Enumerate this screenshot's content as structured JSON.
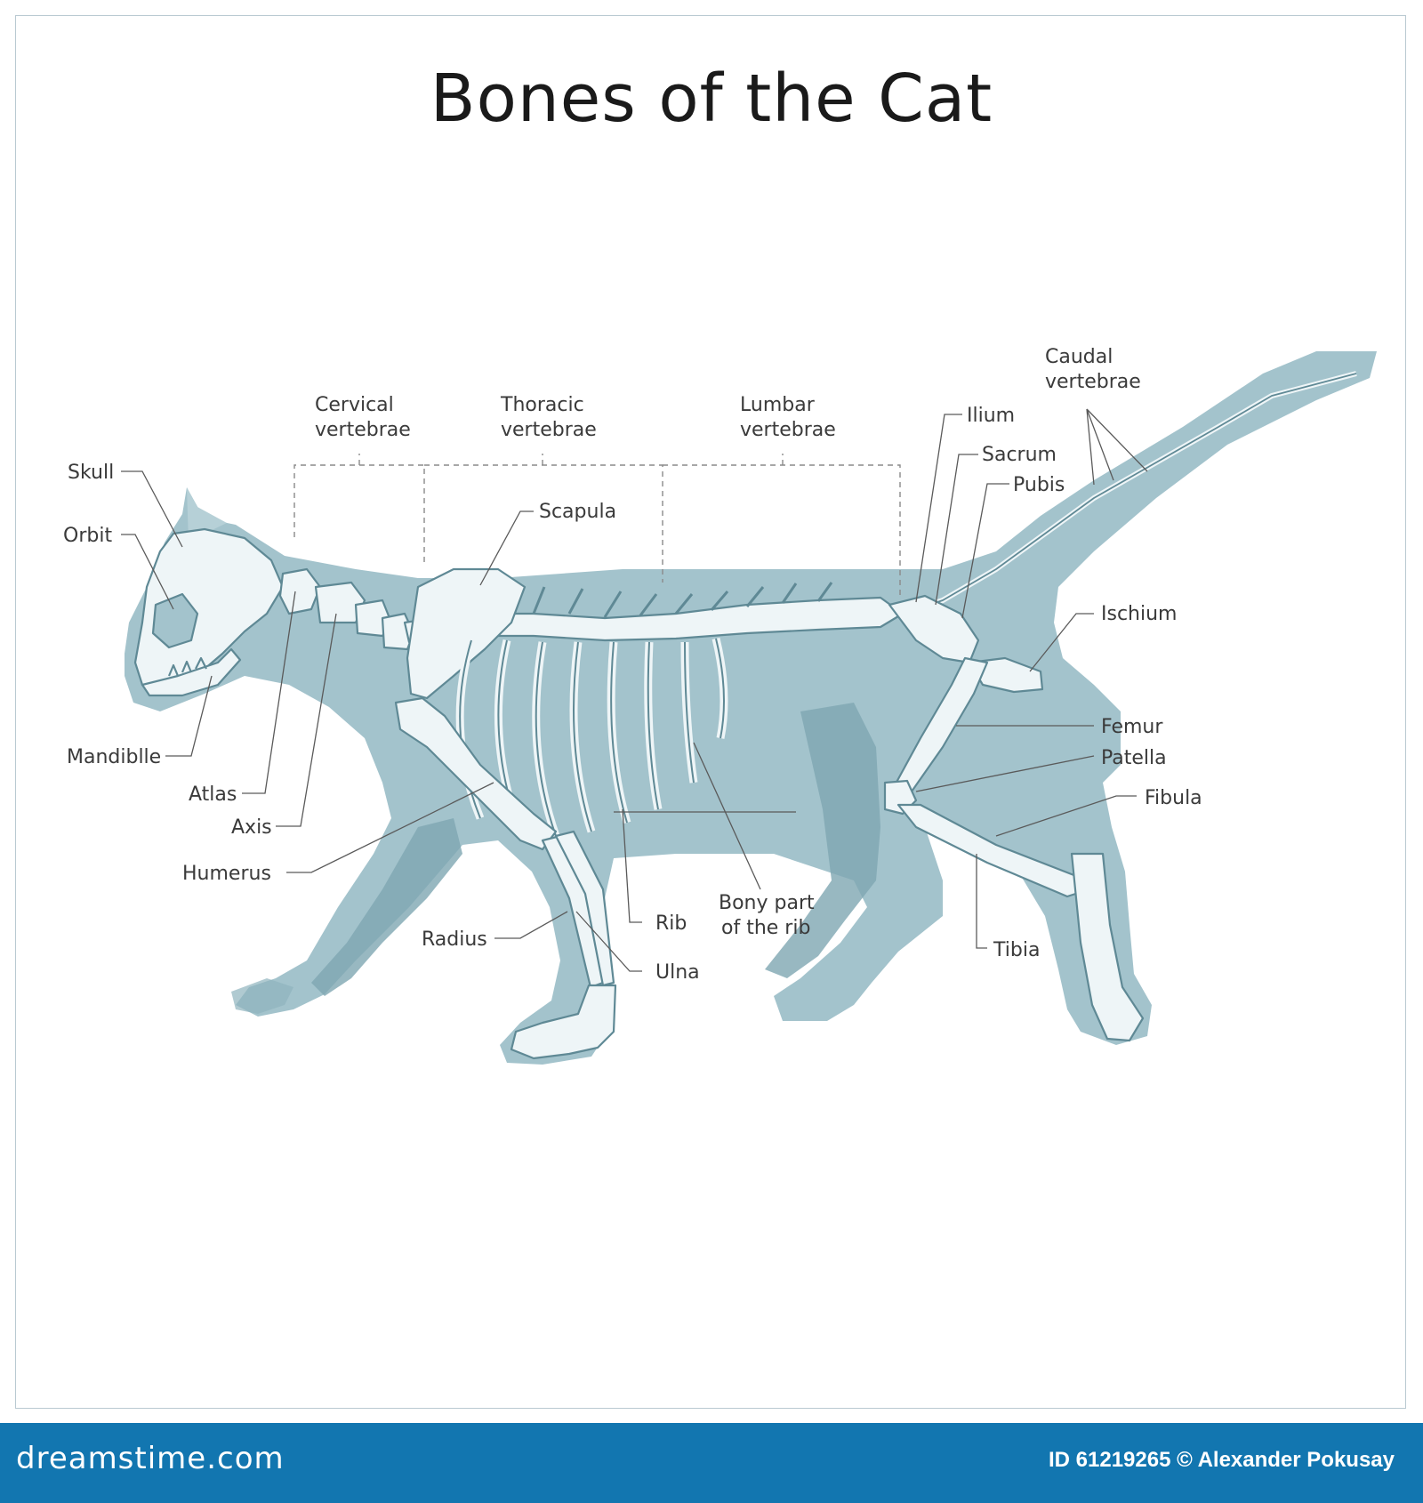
{
  "title": "Bones of the Cat",
  "colors": {
    "silhouette": "#a3c3cc",
    "shadow_leg": "#7ea6b1",
    "bone_fill": "#eef5f7",
    "bone_stroke": "#5f8995",
    "footer": "#1276b0"
  },
  "labels": {
    "skull": "Skull",
    "orbit": "Orbit",
    "mandible": "Mandiblle",
    "atlas": "Atlas",
    "axis": "Axis",
    "humerus": "Humerus",
    "radius": "Radius",
    "rib": "Rib",
    "ulna": "Ulna",
    "bony_part_1": "Bony part",
    "bony_part_2": "of the rib",
    "scapula": "Scapula",
    "cervical_1": "Cervical",
    "cervical_2": "vertebrae",
    "thoracic_1": "Thoracic",
    "thoracic_2": "vertebrae",
    "lumbar_1": "Lumbar",
    "lumbar_2": "vertebrae",
    "caudal_1": "Caudal",
    "caudal_2": "vertebrae",
    "ilium": "Ilium",
    "sacrum": "Sacrum",
    "pubis": "Pubis",
    "ischium": "Ischium",
    "femur": "Femur",
    "patella": "Patella",
    "fibula": "Fibula",
    "tibia": "Tibia"
  },
  "footer": {
    "brand": "dreamstime.com",
    "credit": "ID 61219265 © Alexander Pokusay"
  }
}
